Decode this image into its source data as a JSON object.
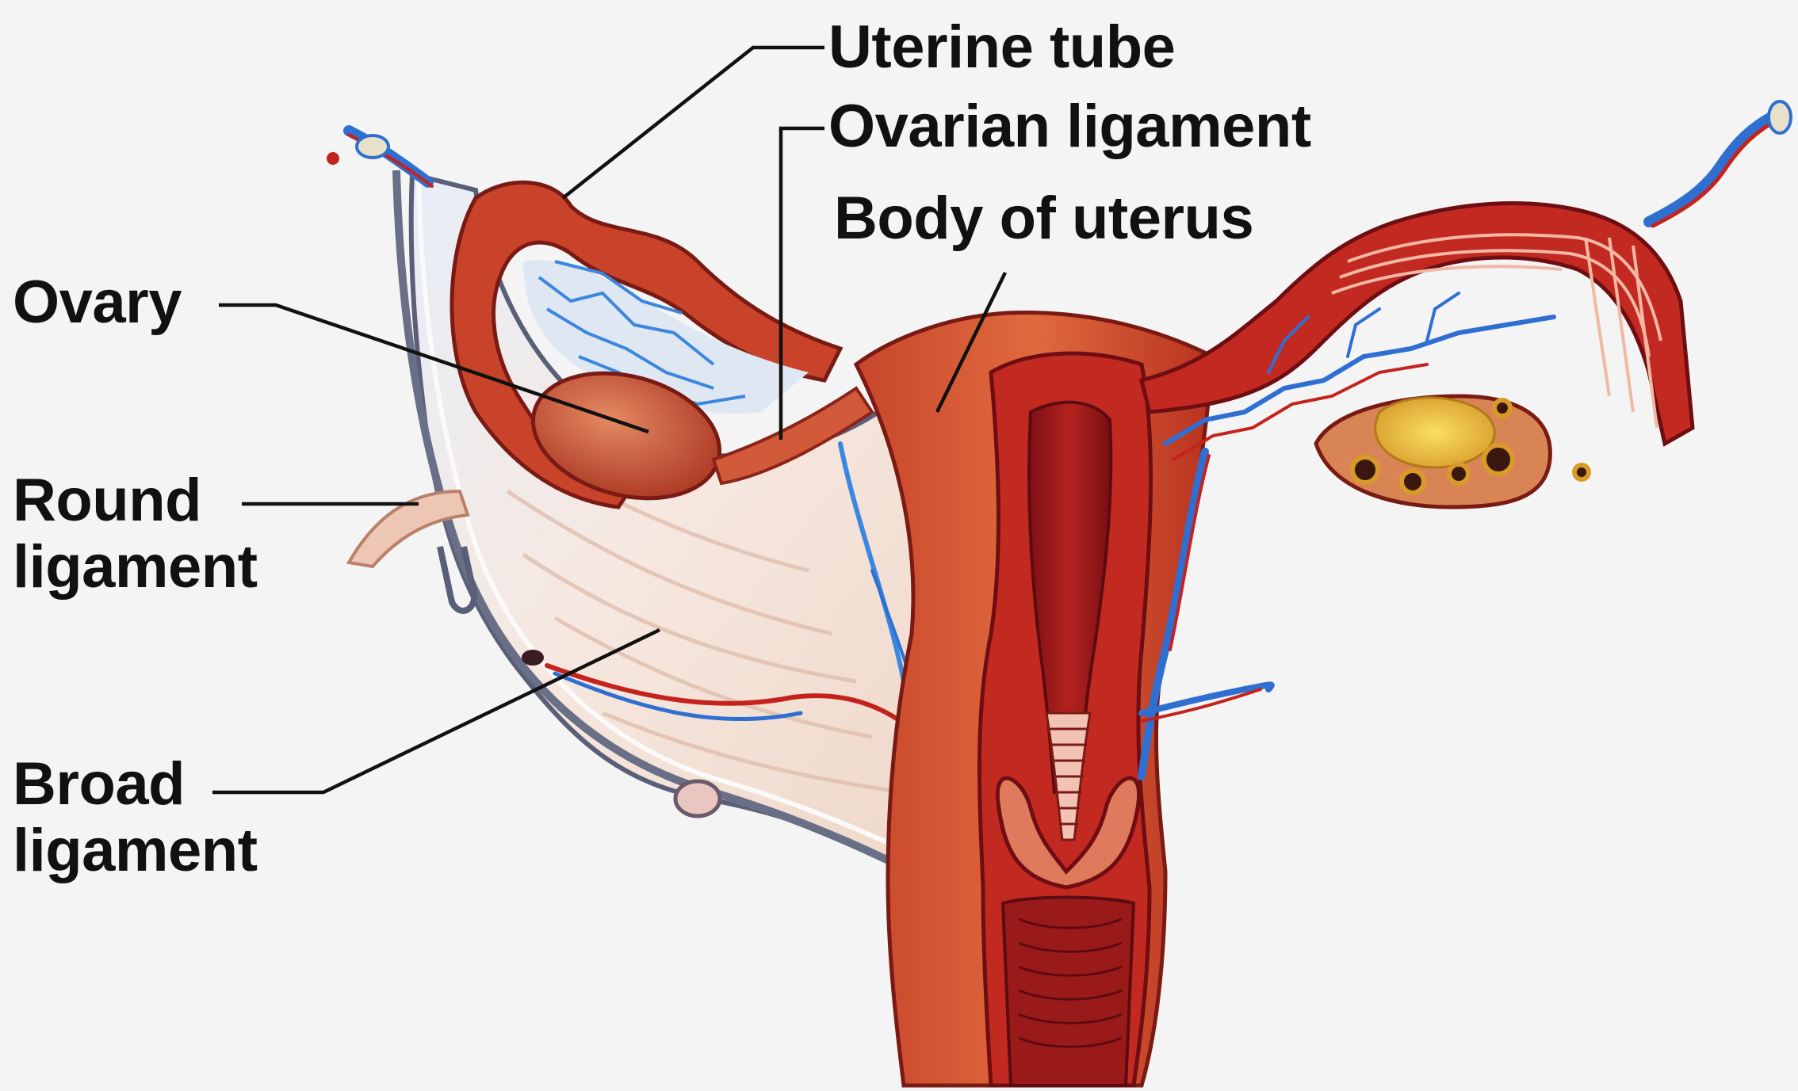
{
  "labels": {
    "uterine_tube": "Uterine tube",
    "ovarian_ligament": "Ovarian ligament",
    "body_of_uterus": "Body of uterus",
    "ovary": "Ovary",
    "round_ligament": [
      "Round",
      "ligament"
    ],
    "broad_ligament": [
      "Broad",
      "ligament"
    ]
  },
  "colors": {
    "background": "#f4f4f4",
    "leader_line": "#111111",
    "uterine_muscle": "#d2552f",
    "uterine_muscle_dark": "#a3221a",
    "cavity": "#8e1418",
    "broad_ligament": "#f1e2dc",
    "vein": "#2f6fd1",
    "artery": "#c4231d",
    "follicle": "#f0c636"
  }
}
